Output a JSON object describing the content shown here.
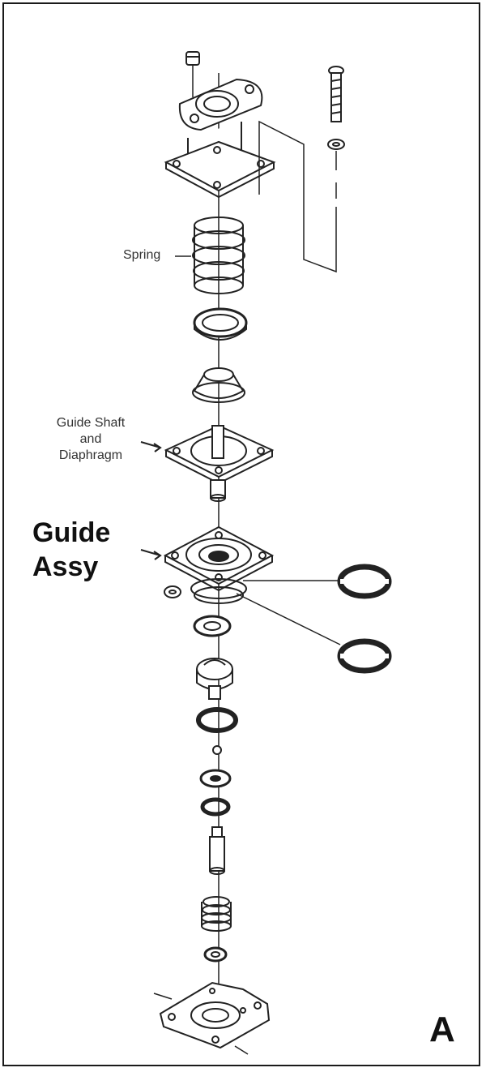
{
  "labels": {
    "spring": "Spring",
    "guide_shaft_line1": "Guide Shaft",
    "guide_shaft_line2": "and",
    "guide_shaft_line3": "Diaphragm",
    "guide_assy_line1": "Guide",
    "guide_assy_line2": "Assy",
    "figure_letter": "A"
  },
  "colors": {
    "line": "#222222",
    "background": "#ffffff"
  }
}
